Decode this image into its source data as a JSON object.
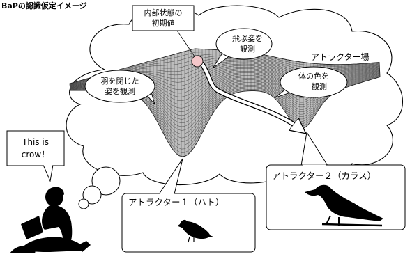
{
  "title": "BaPの認識仮定イメージ",
  "landscape_label": "アトラクター場",
  "initial_state_label": [
    "内部状態の",
    "初期値"
  ],
  "observations": {
    "flying": [
      "飛ぶ姿を",
      "観測"
    ],
    "wings_closed": [
      "羽を閉じた",
      "姿を観測"
    ],
    "body_color": [
      "体の色を",
      "観測"
    ]
  },
  "speech_bubble": [
    "This is",
    "crow！"
  ],
  "attractor1": {
    "label": "アトラクター１（ハト）",
    "bird": "pigeon-icon"
  },
  "attractor2": {
    "label": "アトラクター２（カラス）",
    "bird": "crow-icon"
  },
  "person": "reading-child-silhouette",
  "colors": {
    "ball": "#f4c6c9",
    "arrow": "#ffffff",
    "mesh": "#555555",
    "outline": "#000000"
  }
}
